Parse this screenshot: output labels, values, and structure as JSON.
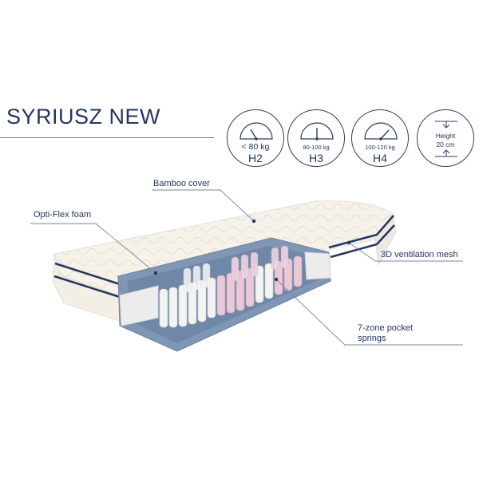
{
  "product": {
    "title": "SYRIUSZ NEW"
  },
  "badges": [
    {
      "weight": "< 80 kg",
      "hardness": "H2",
      "size": "big",
      "gauge_level": 0.25
    },
    {
      "weight": "80-100 kg",
      "hardness": "H3",
      "size": "small",
      "gauge_level": 0.5
    },
    {
      "weight": "100-120 kg",
      "hardness": "H4",
      "size": "small",
      "gauge_level": 0.8
    }
  ],
  "height_badge": {
    "label_line1": "Height",
    "label_line2": "20 cm"
  },
  "callouts": {
    "bamboo_cover": "Bamboo cover",
    "opti_flex_foam": "Opti-Flex foam",
    "ventilation_mesh": "3D ventilation mesh",
    "pocket_springs_line1": "7-zone pocket",
    "pocket_springs_line2": "springs"
  },
  "colors": {
    "navy": "#24365f",
    "foam_blue": "#7f97b4",
    "cover_cream": "#f6f2ea",
    "spring_pink": "#e9c9d8",
    "spring_white": "#f3f3f3"
  }
}
